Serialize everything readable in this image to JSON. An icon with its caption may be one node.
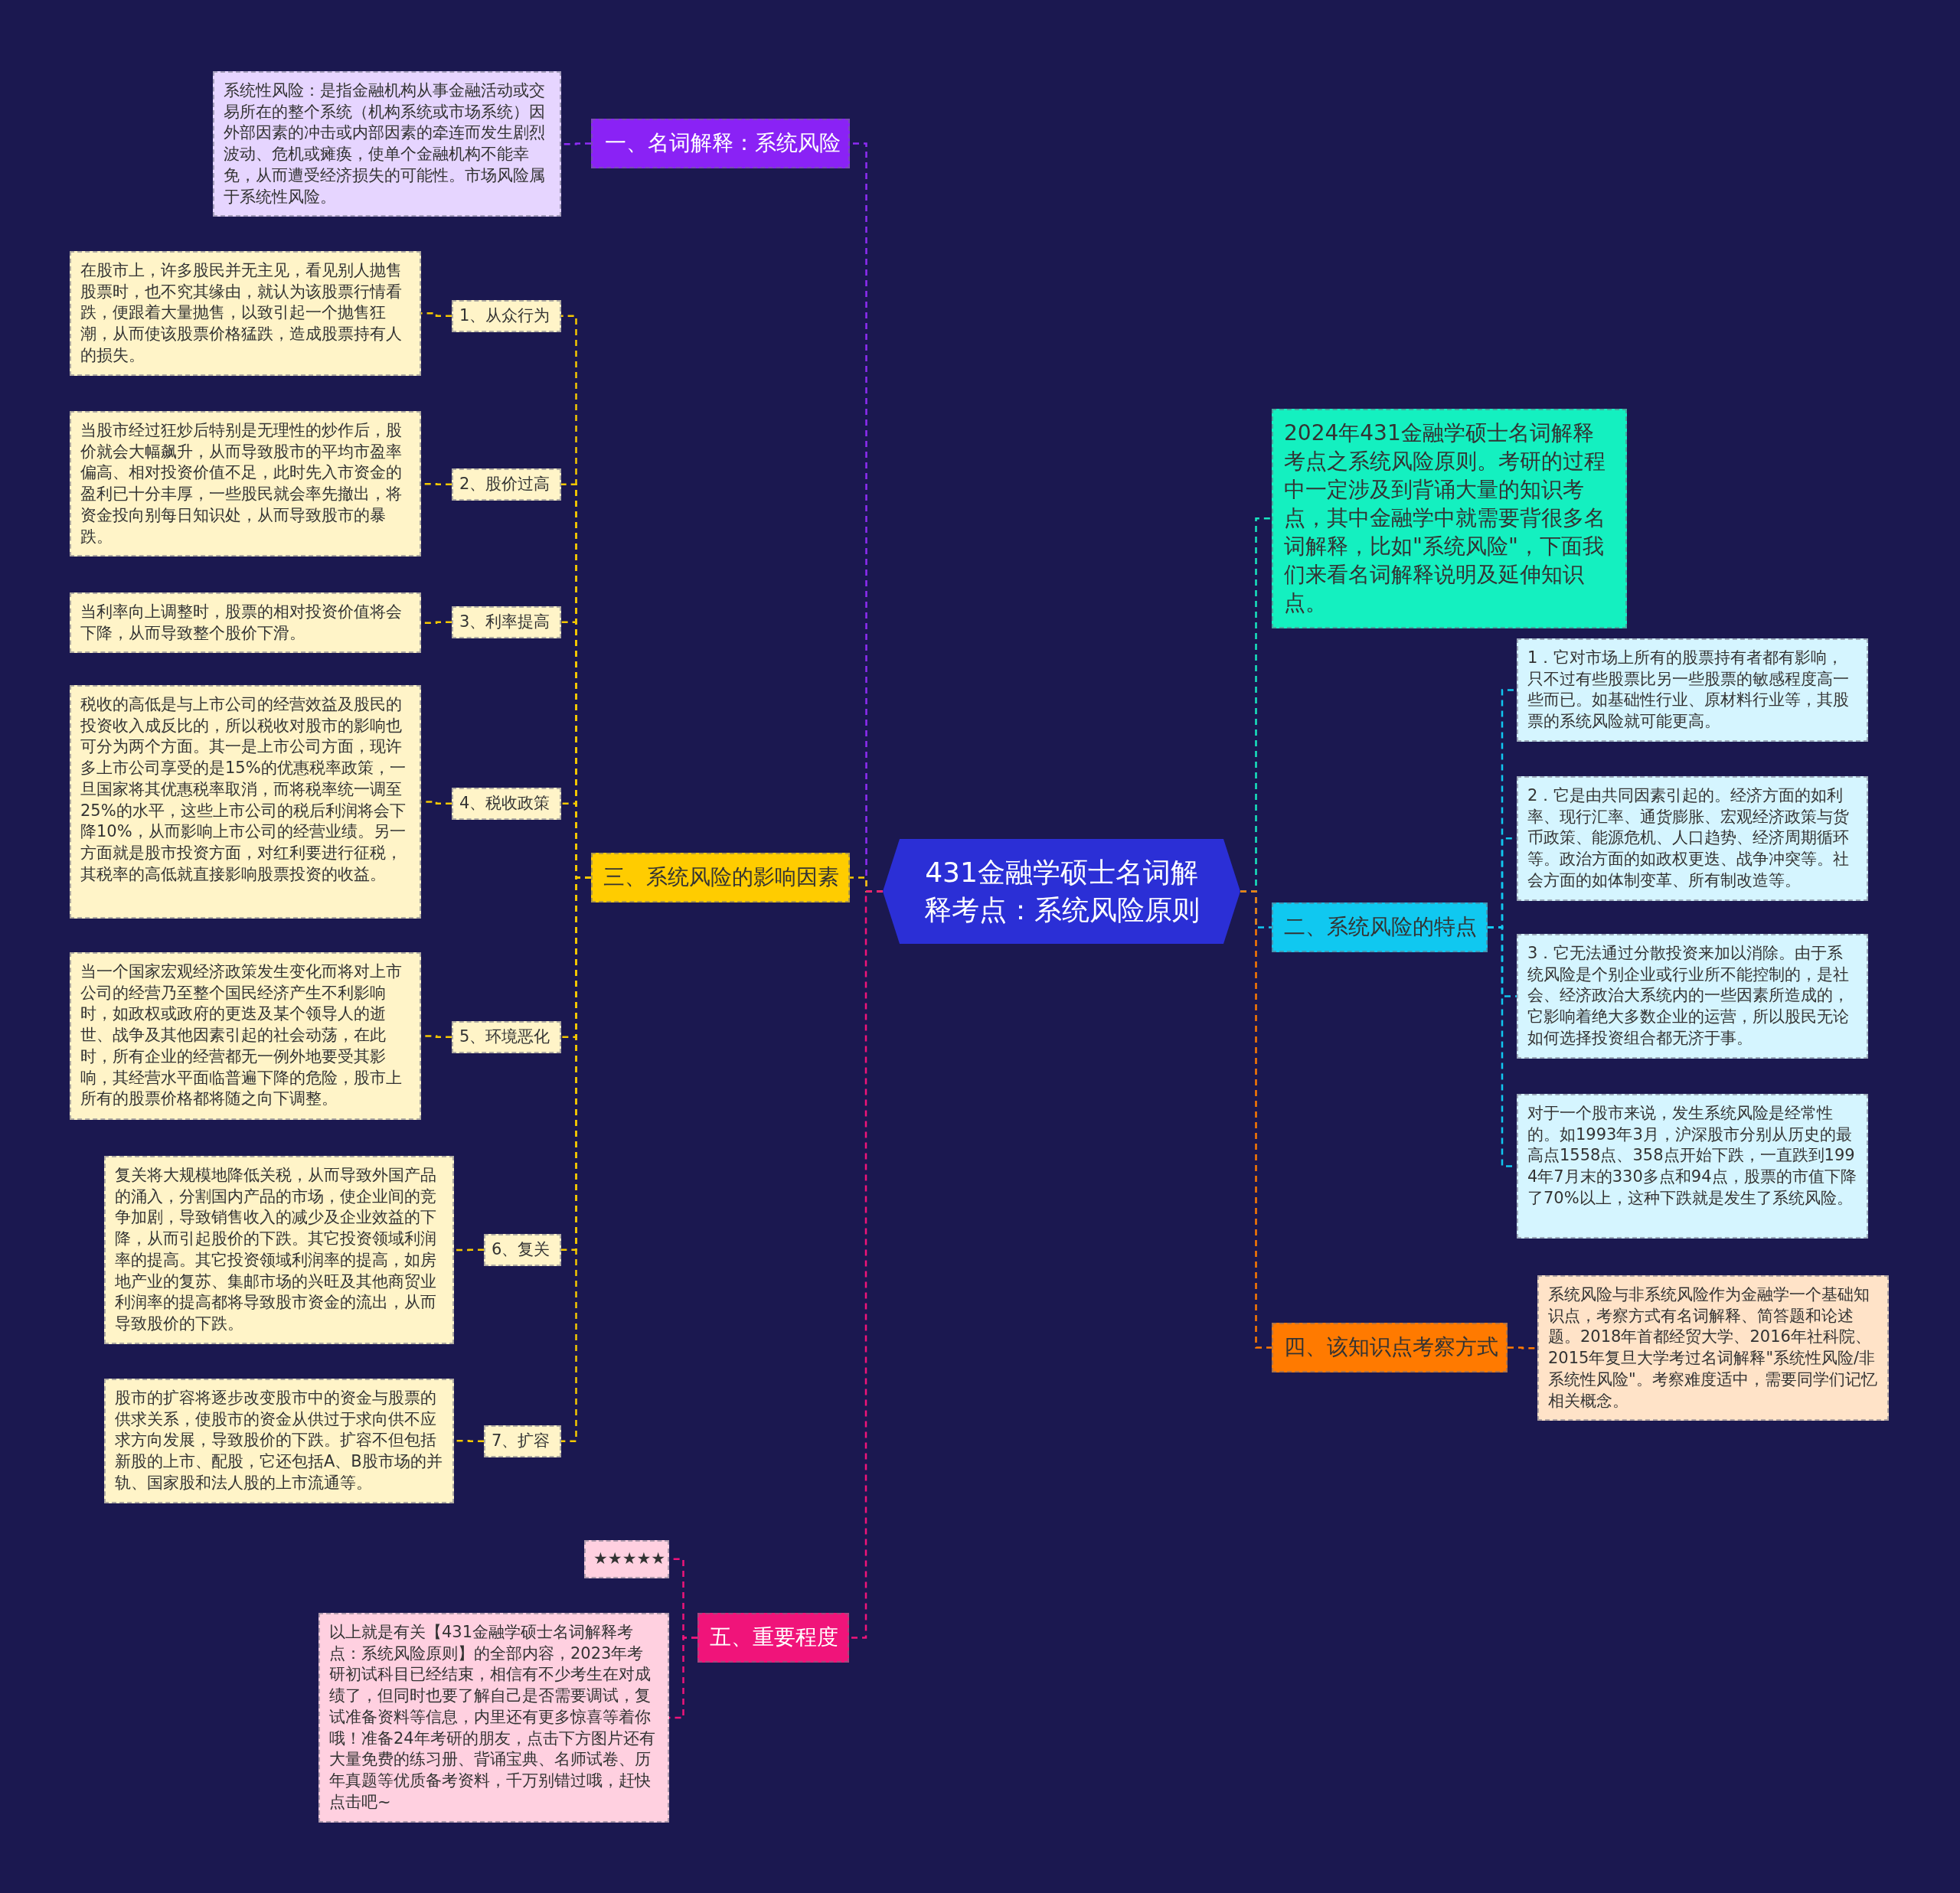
{
  "diagram": {
    "nodes": [
      {
        "text": [
          "431金融学硕士名词解释考点：系统风险原则"
        ]
      },
      {
        "text": [
          "一、名词解释：系统风险"
        ]
      },
      {
        "text": [
          "系统性风险：是指金融机构从事金融活动或交易所在的整个系统（机构系统或市场系统）因外部因素的冲击或内部因素的牵连而发生剧烈波动、危机或瘫痪，使单个金融机构不能幸免，从而遭受经济损失的可能性。市场风险属于系统性风险。"
        ]
      },
      {
        "text": [
          "三、系统风险的影响因素"
        ]
      },
      {
        "text": [
          "1、从众行为"
        ]
      },
      {
        "text": [
          "在股市上，许多股民并无主见，看见别人抛售股票时，也不究其缘由，就认为该股票行情看跌，便跟着大量抛售，以致引起一个抛售狂潮，从而使该股票价格猛跌，造成股票持有人的损失。"
        ]
      },
      {
        "text": [
          "2、股价过高"
        ]
      },
      {
        "text": [
          "当股市经过狂炒后特别是无理性的炒作后，股价就会大幅飙升，从而导致股市的平均市盈率偏高、相对投资价值不足，此时先入市资金的盈利已十分丰厚，一些股民就会率先撤出，将资金投向别每日知识处，从而导致股市的暴跌。"
        ]
      },
      {
        "text": [
          "3、利率提高"
        ]
      },
      {
        "text": [
          "当利率向上调整时，股票的相对投资价值将会下降，从而导致整个股价下滑。"
        ]
      },
      {
        "text": [
          "4、税收政策"
        ]
      },
      {
        "text": [
          "税收的高低是与上市公司的经营效益及股民的投资收入成反比的，所以税收对股市的影响也可分为两个方面。其一是上市公司方面，现许多上市公司享受的是15%的优惠税率政策，一旦国家将其优惠税率取消，而将税率统一调至25%的水平，这些上市公司的税后利润将会下降10%，从而影响上市公司的经营业绩。另一方面就是股市投资方面，对红利要进行征税，其税率的高低就直接影响股票投资的收益。"
        ]
      },
      {
        "text": [
          "5、环境恶化"
        ]
      },
      {
        "text": [
          "当一个国家宏观经济政策发生变化而将对上市公司的经营乃至整个国民经济产生不利影响时，如政权或政府的更迭及某个领导人的逝世、战争及其他因素引起的社会动荡，在此时，所有企业的经营都无一例外地要受其影响，其经营水平面临普遍下降的危险，股市上所有的股票价格都将随之向下调整。"
        ]
      },
      {
        "text": [
          "6、复关"
        ]
      },
      {
        "text": [
          "复关将大规模地降低关税，从而导致外国产品的涌入，分割国内产品的市场，使企业间的竞争加剧，导致销售收入的减少及企业效益的下降，从而引起股价的下跌。其它投资领域利润率的提高。其它投资领域利润率的提高，如房地产业的复苏、集邮市场的兴旺及其他商贸业利润率的提高都将导致股市资金的流出，从而导致股价的下跌。"
        ]
      },
      {
        "text": [
          "7、扩容"
        ]
      },
      {
        "text": [
          "股市的扩容将逐步改变股市中的资金与股票的供求关系，使股市的资金从供过于求向供不应求方向发展，导致股价的下跌。扩容不但包括新股的上市、配股，它还包括A、B股市场的并轨、国家股和法人股的上市流通等。"
        ]
      },
      {
        "text": [
          "五、重要程度"
        ]
      },
      {
        "text": [
          "★★★★★"
        ]
      },
      {
        "text": [
          "以上就是有关【431金融学硕士名词解释考点：系统风险原则】的全部内容，2023年考研初试科目已经结束，相信有不少考生在对成绩了，但同时也要了解自己是否需要调试，复试准备资料等信息，内里还有更多惊喜等着你哦！准备24年考研的朋友，点击下方图片还有大量免费的练习册、背诵宝典、名师试卷、历年真题等优质备考资料，千万别错过哦，赶快点击吧~"
        ]
      },
      {
        "text": [
          "2024年431金融学硕士名词解释考点之系统风险原则。考研的过程中一定涉及到背诵大量的知识考点，其中金融学中就需要背很多名词解释，比如\"系统风险\"，下面我们来看名词解释说明及延伸知识点。"
        ]
      },
      {
        "text": [
          "二、系统风险的特点"
        ]
      },
      {
        "text": [
          "1．它对市场上所有的股票持有者都有影响，只不过有些股票比另一些股票的敏感程度高一些而已。如基础性行业、原材料行业等，其股票的系统风险就可能更高。"
        ]
      },
      {
        "text": [
          "2．它是由共同因素引起的。经济方面的如利率、现行汇率、通货膨胀、宏观经济政策与货币政策、能源危机、人口趋势、经济周期循环等。政治方面的如政权更迭、战争冲突等。社会方面的如体制变革、所有制改造等。"
        ]
      },
      {
        "text": [
          "3．它无法通过分散投资来加以消除。由于系统风险是个别企业或行业所不能控制的，是社会、经济政治大系统内的一些因素所造成的，它影响着绝大多数企业的运营，所以股民无论如何选择投资组合都无济于事。"
        ]
      },
      {
        "text": [
          "对于一个股市来说，发生系统风险是经常性的。如1993年3月，沪深股市分别从历史的最高点1558点、358点开始下跌，一直跌到1994年7月末的330多点和94点，股票的市值下降了70%以上，这种下跌就是发生了系统风险。"
        ]
      },
      {
        "text": [
          "四、该知识点考察方式"
        ]
      },
      {
        "text": [
          "系统风险与非系统风险作为金融学一个基础知识点，考察方式有名词解释、简答题和论述题。2018年首都经贸大学、2016年社科院、2015年复旦大学考过名词解释\"系统性风险/非系统性风险\"。考察难度适中，需要同学们记忆相关概念。"
        ]
      }
    ],
    "edges": [
      {
        "from": 0,
        "to": 1,
        "arrow": "none",
        "style": "dashed",
        "color": "#8f2cf5"
      },
      {
        "from": 1,
        "to": 2,
        "arrow": "none",
        "style": "dashed",
        "color": "#8f2cf5"
      },
      {
        "from": 0,
        "to": 3,
        "arrow": "none",
        "style": "dashed",
        "color": "#f5c800"
      },
      {
        "from": 3,
        "to": 4,
        "arrow": "none",
        "style": "dashed",
        "color": "#f5c800"
      },
      {
        "from": 3,
        "to": 6,
        "arrow": "none",
        "style": "dashed",
        "color": "#f5c800"
      },
      {
        "from": 3,
        "to": 8,
        "arrow": "none",
        "style": "dashed",
        "color": "#f5c800"
      },
      {
        "from": 3,
        "to": 10,
        "arrow": "none",
        "style": "dashed",
        "color": "#f5c800"
      },
      {
        "from": 3,
        "to": 12,
        "arrow": "none",
        "style": "dashed",
        "color": "#f5c800"
      },
      {
        "from": 3,
        "to": 14,
        "arrow": "none",
        "style": "dashed",
        "color": "#f5c800"
      },
      {
        "from": 3,
        "to": 16,
        "arrow": "none",
        "style": "dashed",
        "color": "#f5c800"
      },
      {
        "from": 4,
        "to": 5,
        "arrow": "none",
        "style": "dashed",
        "color": "#f5c800"
      },
      {
        "from": 6,
        "to": 7,
        "arrow": "none",
        "style": "dashed",
        "color": "#f5c800"
      },
      {
        "from": 8,
        "to": 9,
        "arrow": "none",
        "style": "dashed",
        "color": "#f5c800"
      },
      {
        "from": 10,
        "to": 11,
        "arrow": "none",
        "style": "dashed",
        "color": "#f5c800"
      },
      {
        "from": 12,
        "to": 13,
        "arrow": "none",
        "style": "dashed",
        "color": "#f5c800"
      },
      {
        "from": 14,
        "to": 15,
        "arrow": "none",
        "style": "dashed",
        "color": "#f5c800"
      },
      {
        "from": 16,
        "to": 17,
        "arrow": "none",
        "style": "dashed",
        "color": "#f5c800"
      },
      {
        "from": 0,
        "to": 18,
        "arrow": "none",
        "style": "dashed",
        "color": "#f0147a"
      },
      {
        "from": 18,
        "to": 19,
        "arrow": "none",
        "style": "dashed",
        "color": "#f0147a"
      },
      {
        "from": 18,
        "to": 20,
        "arrow": "none",
        "style": "dashed",
        "color": "#f0147a"
      },
      {
        "from": 0,
        "to": 21,
        "arrow": "none",
        "style": "dashed",
        "color": "#19e6c0"
      },
      {
        "from": 0,
        "to": 22,
        "arrow": "none",
        "style": "dashed",
        "color": "#10c8f0"
      },
      {
        "from": 22,
        "to": 23,
        "arrow": "none",
        "style": "dashed",
        "color": "#10c8f0"
      },
      {
        "from": 22,
        "to": 24,
        "arrow": "none",
        "style": "dashed",
        "color": "#10c8f0"
      },
      {
        "from": 22,
        "to": 25,
        "arrow": "none",
        "style": "dashed",
        "color": "#10c8f0"
      },
      {
        "from": 22,
        "to": 26,
        "arrow": "none",
        "style": "dashed",
        "color": "#10c8f0"
      },
      {
        "from": 0,
        "to": 27,
        "arrow": "none",
        "style": "dashed",
        "color": "#ff7a00"
      },
      {
        "from": 27,
        "to": 28,
        "arrow": "none",
        "style": "dashed",
        "color": "#ff7a00"
      }
    ]
  }
}
